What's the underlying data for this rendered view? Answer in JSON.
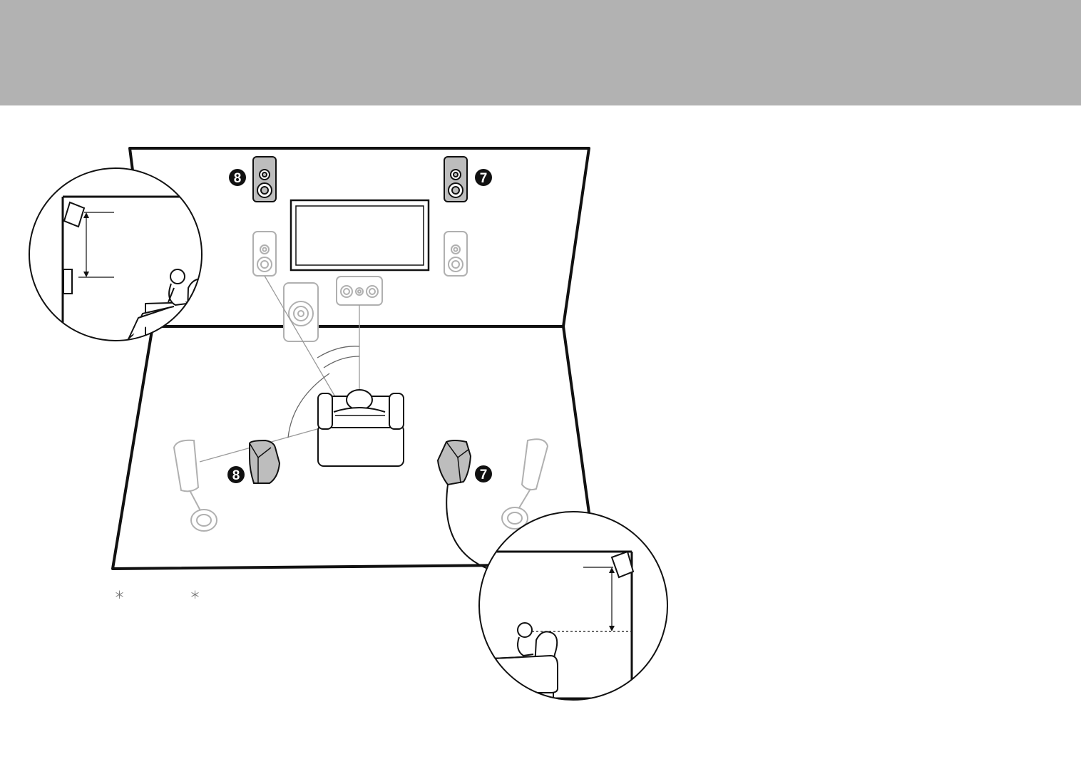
{
  "header": {
    "color": "#b2b2b2"
  },
  "diagram": {
    "markers": [
      {
        "id": "front-high-left",
        "label": "8"
      },
      {
        "id": "front-high-right",
        "label": "7"
      },
      {
        "id": "rear-high-left",
        "label": "8"
      },
      {
        "id": "rear-high-right",
        "label": "7"
      }
    ],
    "highlight_speaker_color": "#bdbdbd",
    "faded_speaker_color": "#b0b0b0",
    "line_color": "#111111"
  },
  "footnote": {
    "mark_1": "＊",
    "mark_2": "＊"
  }
}
